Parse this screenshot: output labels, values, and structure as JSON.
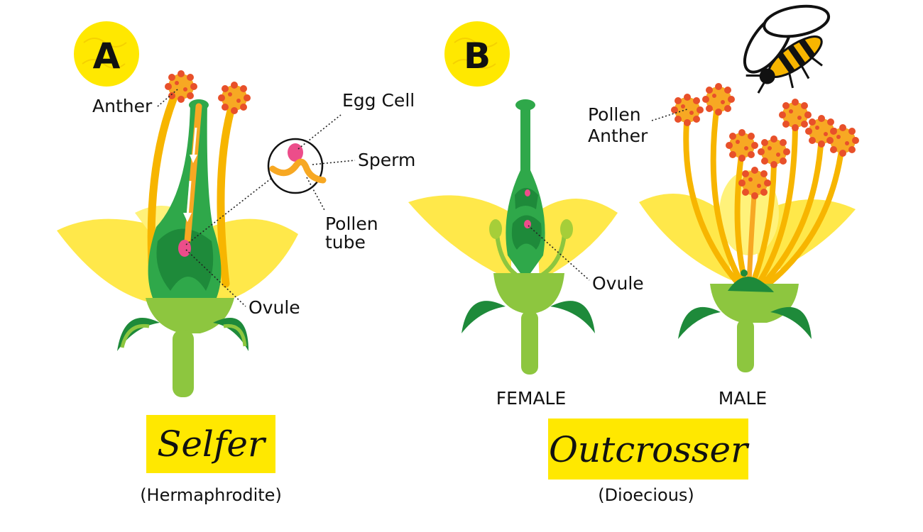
{
  "panel_a": {
    "badge": "A",
    "labels": {
      "anther": "Anther",
      "egg_cell": "Egg Cell",
      "sperm": "Sperm",
      "pollen_tube_1": "Pollen",
      "pollen_tube_2": "tube",
      "ovule": "Ovule"
    },
    "title": "Selfer",
    "subtitle": "(Hermaphrodite)"
  },
  "panel_b": {
    "badge": "B",
    "labels": {
      "pollen_anther_1": "Pollen",
      "pollen_anther_2": "Anther",
      "ovule": "Ovule",
      "female": "FEMALE",
      "male": "MALE"
    },
    "title": "Outcrosser",
    "subtitle": "(Dioecious)"
  },
  "colors": {
    "yellow": "#FFE800",
    "petal": "#FFE84A",
    "dark_green": "#1E8A3A",
    "mid_green": "#2FA84A",
    "light_green": "#8DC63F",
    "orange": "#F7A823",
    "orange_red": "#E8502A",
    "pink": "#EC4D8A"
  },
  "icons": [
    "bee-icon"
  ]
}
